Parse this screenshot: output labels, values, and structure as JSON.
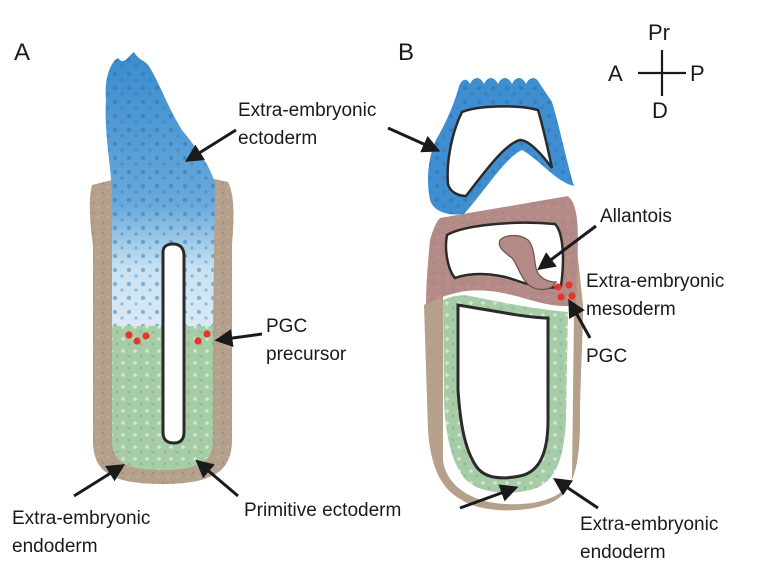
{
  "panels": {
    "a": "A",
    "b": "B"
  },
  "orientation": {
    "top": "Pr",
    "left": "A",
    "right": "P",
    "bottom": "D"
  },
  "labels": {
    "extra_embryonic_ectoderm": [
      "Extra-embryonic",
      "ectoderm"
    ],
    "pgc_precursor": [
      "PGC",
      "precursor"
    ],
    "extra_embryonic_endoderm_a": [
      "Extra-embryonic",
      "endoderm"
    ],
    "primitive_ectoderm": "Primitive ectoderm",
    "allantois": "Allantois",
    "extra_embryonic_mesoderm": [
      "Extra-embryonic",
      "mesoderm"
    ],
    "pgc": "PGC",
    "extra_embryonic_endoderm_b": [
      "Extra-embryonic",
      "endoderm"
    ]
  },
  "colors": {
    "ectoderm_blue": "#3f8ecf",
    "ectoderm_light": "#bcdaf0",
    "primitive_ectoderm_green": "#a3c9a6",
    "endoderm_brown": "#b09a85",
    "mesoderm_mauve": "#b48a86",
    "pgc_red": "#e8352a",
    "outline": "#2a2a2a"
  }
}
